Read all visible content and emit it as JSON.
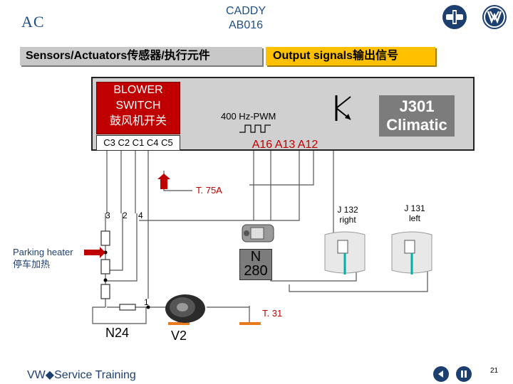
{
  "header": {
    "section": "AC",
    "model": "CADDY",
    "code": "AB016"
  },
  "logos": [
    {
      "name": "faw-logo",
      "icon": "faw-emblem"
    },
    {
      "name": "vw-logo",
      "icon": "vw-emblem"
    }
  ],
  "tabs": {
    "left": "Sensors/Actuators传感器/执行元件",
    "right": "Output signals输出信号"
  },
  "diagram": {
    "blower_switch": [
      "BLOWER",
      "SWITCH",
      "鼓风机开关"
    ],
    "blower_pins": "C3 C2 C1 C4 C5",
    "pwm_label": "400 Hz-PWM",
    "output_pins": "A16  A13 A12",
    "control_unit": [
      "J301",
      "Climatic"
    ],
    "connector_75": "T. 75A",
    "pin_labels": [
      "3",
      "2",
      "4",
      "1"
    ],
    "j132": [
      "J 132",
      "right"
    ],
    "j131": [
      "J 131",
      "left"
    ],
    "parking_heater": [
      "Parking heater",
      "停车加热"
    ],
    "n280": [
      "N",
      "280"
    ],
    "n24": "N24",
    "v2": "V2",
    "connector_31": "T. 31",
    "colors": {
      "wire": "#555555",
      "accent_red": "#c00000",
      "ground_orange": "#e87a1a",
      "teal_marker": "#00b0a8"
    }
  },
  "footer": {
    "brand": "VW◆Service Training",
    "page": "21",
    "prev_icon": "prev-icon",
    "pause_icon": "pause-icon"
  }
}
